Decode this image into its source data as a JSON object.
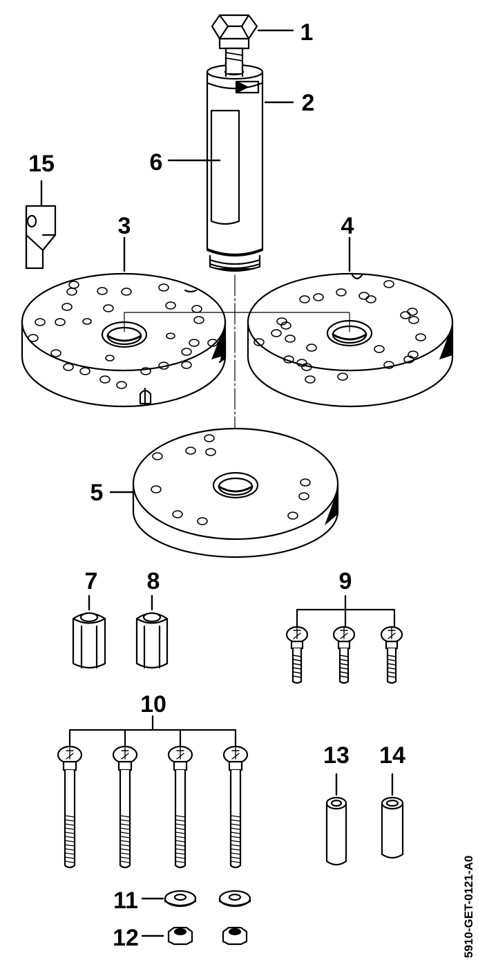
{
  "diagram": {
    "drawing_code": "5910-GET-0121-A0",
    "part_numbers": [
      "1",
      "2",
      "3",
      "4",
      "5",
      "6",
      "7",
      "8",
      "9",
      "10",
      "11",
      "12",
      "13",
      "14",
      "15"
    ]
  },
  "colors": {
    "ink": "#000000",
    "paper": "#ffffff"
  }
}
